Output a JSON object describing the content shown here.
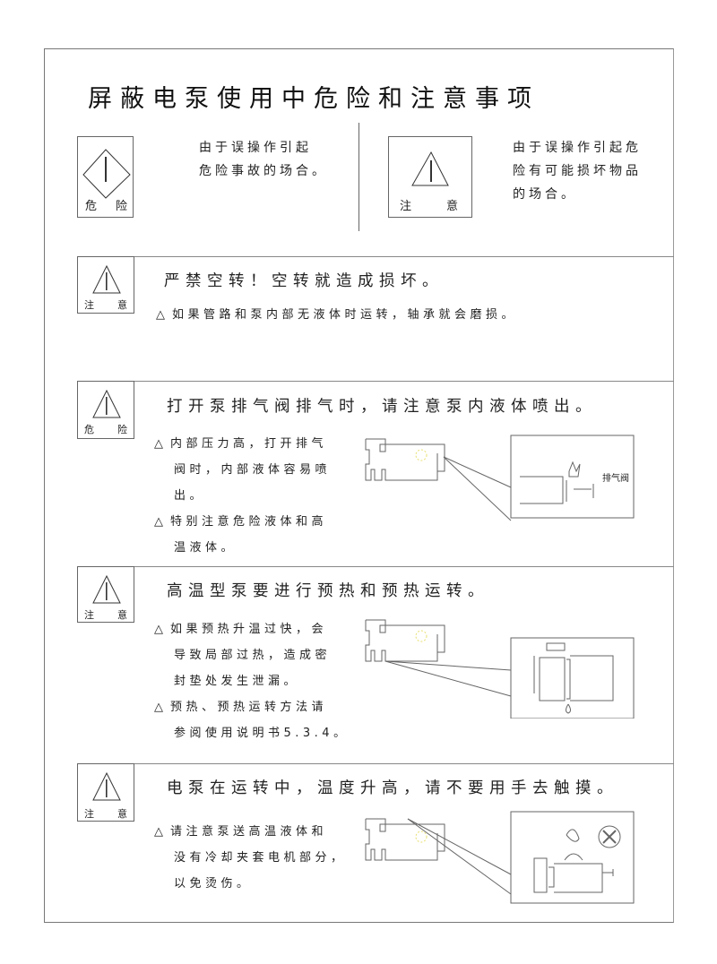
{
  "title": "屏蔽电泵使用中危险和注意事项",
  "legend": {
    "danger": {
      "label_left": "危",
      "label_right": "险",
      "description": [
        "由于误操作引起",
        "危险事故的场合。"
      ]
    },
    "caution": {
      "label_left": "注",
      "label_right": "意",
      "description": [
        "由于误操作引起危",
        "险有可能损坏物品",
        "的场合。"
      ]
    }
  },
  "sections": [
    {
      "icon": {
        "type": "caution",
        "left": "注",
        "right": "意"
      },
      "headline": "严禁空转！空转就造成损坏。",
      "bullets": [
        [
          "如果管路和泵内部无液体时运转，轴承就会磨损。"
        ]
      ]
    },
    {
      "icon": {
        "type": "danger",
        "left": "危",
        "right": "险"
      },
      "headline": "打开泵排气阀排气时，请注意泵内液体喷出。",
      "bullets": [
        [
          "内部压力高，打开排气",
          "阀时，内部液体容易喷",
          "出。"
        ],
        [
          "特别注意危险液体和高",
          "温液体。"
        ]
      ],
      "diagram_label": "排气阀"
    },
    {
      "icon": {
        "type": "caution",
        "left": "注",
        "right": "意"
      },
      "headline": "高温型泵要进行预热和预热运转。",
      "bullets": [
        [
          "如果预热升温过快，会",
          "导致局部过热，造成密",
          "封垫处发生泄漏。"
        ],
        [
          "预热、预热运转方法请",
          "参阅使用说明书5.3.4。"
        ]
      ]
    },
    {
      "icon": {
        "type": "caution",
        "left": "注",
        "right": "意"
      },
      "headline": "电泵在运转中，温度升高，请不要用手去触摸。",
      "bullets": [
        [
          "请注意泵送高温液体和",
          "没有冷却夹套电机部分，",
          "以免烫伤。"
        ]
      ]
    }
  ],
  "bullet_marker": "△",
  "colors": {
    "line": "#666666",
    "highlight": "#e8e070"
  }
}
